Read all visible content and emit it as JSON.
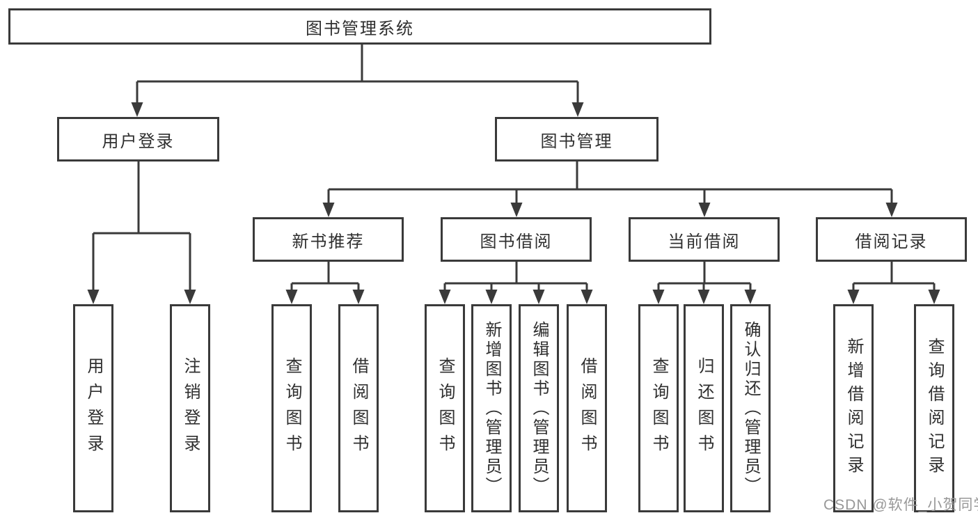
{
  "diagram": {
    "root": "图书管理系统",
    "branches": [
      {
        "label": "用户登录",
        "children": [
          "用户登录",
          "注销登录"
        ]
      },
      {
        "label": "图书管理",
        "groups": [
          {
            "label": "新书推荐",
            "children": [
              "查询图书",
              "借阅图书"
            ]
          },
          {
            "label": "图书借阅",
            "children": [
              "查询图书",
              "新增图书（管理员）",
              "编辑图书（管理员）",
              "借阅图书"
            ]
          },
          {
            "label": "当前借阅",
            "children": [
              "查询图书",
              "归还图书",
              "确认归还（管理员）"
            ]
          },
          {
            "label": "借阅记录",
            "children": [
              "新增借阅记录",
              "查询借阅记录"
            ]
          }
        ]
      }
    ]
  },
  "watermark": "CSDN @软件_小贺同学",
  "colors": {
    "line": "#3a3a3a",
    "text": "#2f2f2f",
    "watermark": "#989898",
    "background": "#ffffff"
  }
}
